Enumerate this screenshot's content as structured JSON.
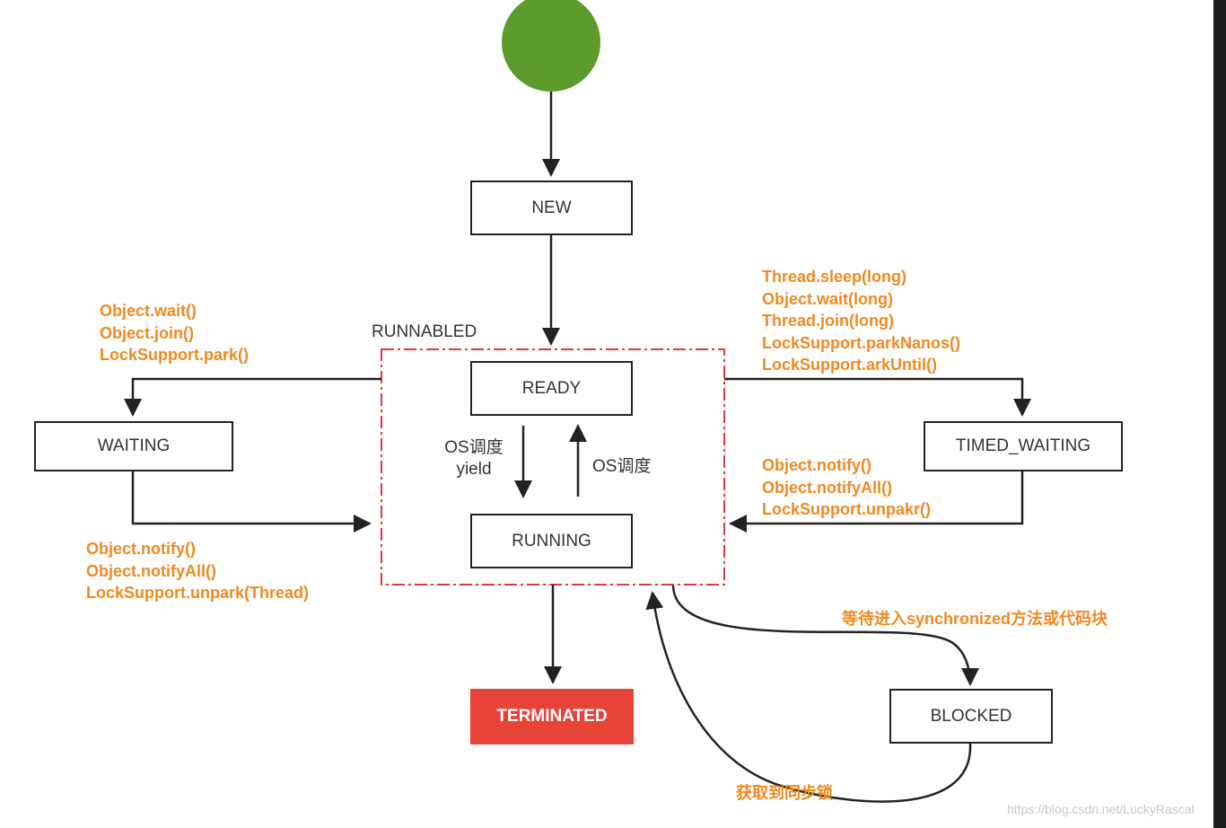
{
  "states": {
    "new": "NEW",
    "runnabled": "RUNNABLED",
    "ready": "READY",
    "running": "RUNNING",
    "waiting": "WAITING",
    "timed_waiting": "TIMED_WAITING",
    "terminated": "TERMINATED",
    "blocked": "BLOCKED"
  },
  "transitions": {
    "ready_to_running": [
      "OS调度",
      "yield"
    ],
    "running_to_ready": "OS调度",
    "to_waiting": [
      "Object.wait()",
      "Object.join()",
      "LockSupport.park()"
    ],
    "from_waiting": [
      "Object.notify()",
      "Object.notifyAll()",
      "LockSupport.unpark(Thread)"
    ],
    "to_timed_waiting": [
      "Thread.sleep(long)",
      "Object.wait(long)",
      "Thread.join(long)",
      "LockSupport.parkNanos()",
      "LockSupport.arkUntil()"
    ],
    "from_timed_waiting": [
      "Object.notify()",
      "Object.notifyAll()",
      "LockSupport.unpakr()"
    ],
    "to_blocked": "等待进入synchronized方法或代码块",
    "from_blocked": "获取到同步锁"
  },
  "watermark": "https://blog.csdn.net/LuckyRascal",
  "colors": {
    "start_node": "#5d9b2c",
    "terminated": "#e84338",
    "annotation": "#f0891f",
    "runnable_border": "#e0393e"
  }
}
